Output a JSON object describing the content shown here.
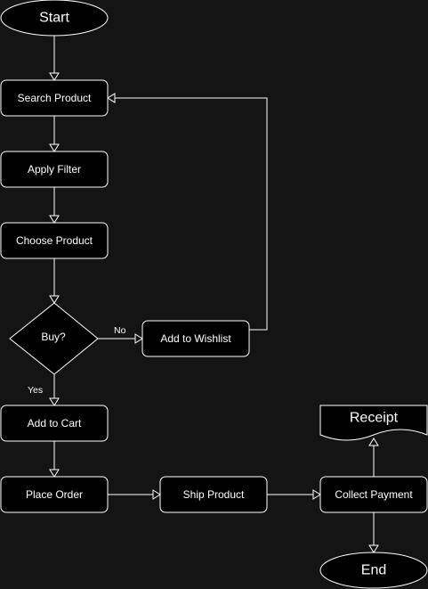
{
  "nodes": {
    "start": "Start",
    "search": "Search Product",
    "filter": "Apply Filter",
    "choose": "Choose Product",
    "buy": "Buy?",
    "wishlist": "Add to Wishlist",
    "cart": "Add to Cart",
    "order": "Place Order",
    "ship": "Ship Product",
    "payment": "Collect Payment",
    "receipt": "Receipt",
    "end": "End"
  },
  "edge_labels": {
    "no": "No",
    "yes": "Yes"
  },
  "colors": {
    "background": "#141414",
    "shape_fill": "#000000",
    "stroke": "#ffffff",
    "text": "#ffffff"
  }
}
